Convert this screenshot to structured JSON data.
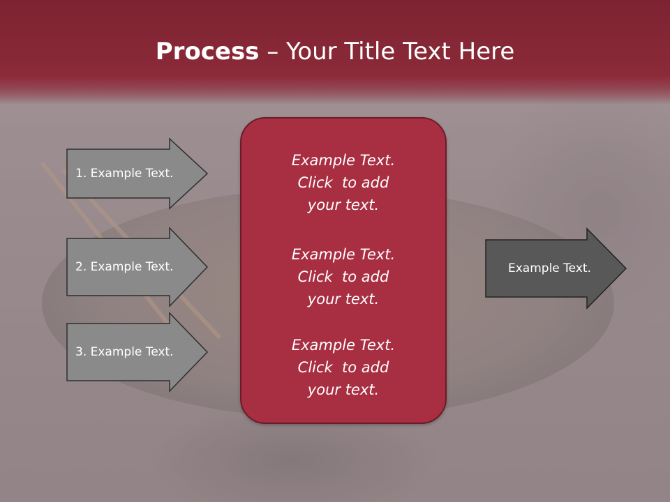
{
  "title": {
    "bold": "Process",
    "rest": " – Your Title Text Here"
  },
  "left_arrows": [
    {
      "label": "1. Example Text."
    },
    {
      "label": "2. Example Text."
    },
    {
      "label": "3. Example Text."
    }
  ],
  "center_blocks": [
    {
      "line1": "Example Text.",
      "line2": "Click  to add",
      "line3": "your text."
    },
    {
      "line1": "Example Text.",
      "line2": "Click  to add",
      "line3": "your text."
    },
    {
      "line1": "Example Text.",
      "line2": "Click  to add",
      "line3": "your text."
    }
  ],
  "right_arrow": {
    "label": "Example Text."
  },
  "colors": {
    "title_band": "#8c2a39",
    "center_box": "#a82e42",
    "left_arrow_fill": "#8a8a8a",
    "right_arrow_fill": "#585858"
  }
}
